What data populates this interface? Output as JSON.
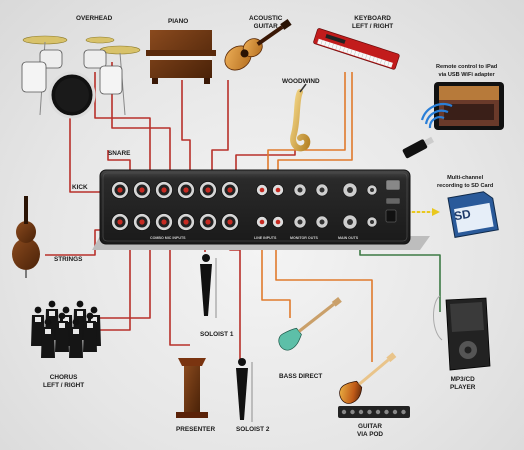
{
  "labels": {
    "overhead": "OVERHEAD",
    "piano": "PIANO",
    "acoustic_guitar_1": "ACOUSTIC",
    "acoustic_guitar_2": "GUITAR",
    "keyboard_1": "KEYBOARD",
    "keyboard_2": "LEFT / RIGHT",
    "woodwind": "WOODWIND",
    "snare": "SNARE",
    "kick": "KICK",
    "strings": "STRINGS",
    "remote_1": "Remote control to iPad",
    "remote_2": "via USB WiFi adapter",
    "sd_1": "Multi-channel",
    "sd_2": "recording to SD Card",
    "chorus_1": "CHORUS",
    "chorus_2": "LEFT / RIGHT",
    "soloist1": "SOLOIST 1",
    "bass": "BASS DIRECT",
    "presenter": "PRESENTER",
    "soloist2": "SOLOIST 2",
    "guitar_1": "GUITAR",
    "guitar_2": "VIA POD",
    "mp3_1": "MP3/CD",
    "mp3_2": "PLAYER"
  },
  "panel": {
    "mic_inputs": "COMBO MIC INPUTS",
    "line_inputs": "LINE INPUTS",
    "monitor_outs": "MONITOR OUTS",
    "main_outs": "MAIN OUTS",
    "sd_badge": "SD"
  },
  "colors": {
    "cable_red": "#b8302a",
    "cable_orange": "#e07a2c",
    "cable_green": "#3d7a45",
    "cable_yellow": "#e9c81e",
    "mixer_body": "#2b2b2b",
    "jack_red": "#c62b22"
  }
}
